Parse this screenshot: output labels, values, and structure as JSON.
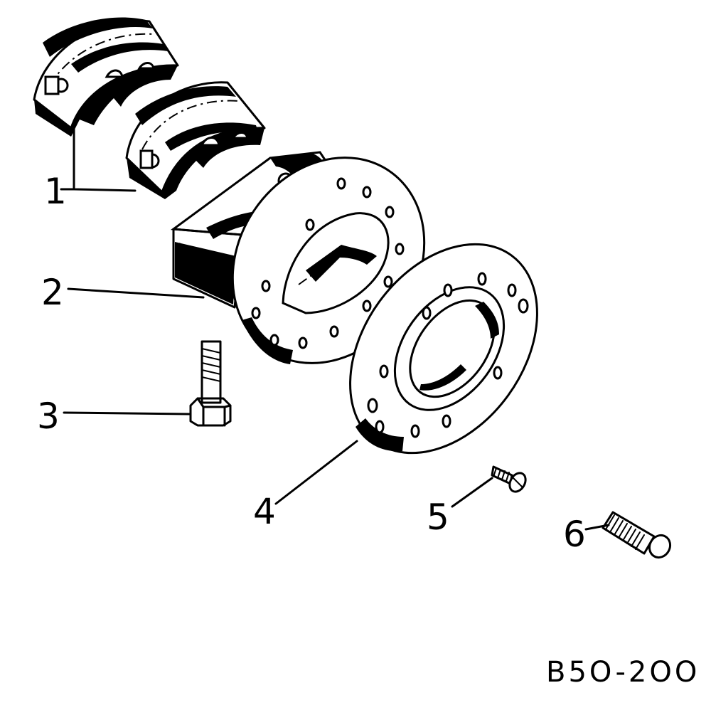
{
  "callouts": [
    {
      "id": "1",
      "label": "1"
    },
    {
      "id": "2",
      "label": "2"
    },
    {
      "id": "3",
      "label": "3"
    },
    {
      "id": "4",
      "label": "4"
    },
    {
      "id": "5",
      "label": "5"
    },
    {
      "id": "6",
      "label": "6"
    }
  ],
  "drawing_code": "B5O-2OO",
  "colors": {
    "ink": "#000000",
    "paper": "#ffffff"
  }
}
